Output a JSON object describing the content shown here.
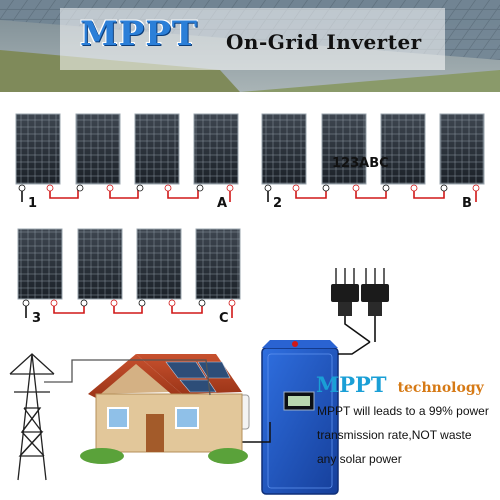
{
  "header": {
    "title_mppt": "MPPT",
    "title_main": "On-Grid Inverter"
  },
  "strings": [
    {
      "start_label": "1",
      "end_label": "A"
    },
    {
      "start_label": "2",
      "end_label": "B"
    },
    {
      "start_label": "3",
      "end_label": "C"
    }
  ],
  "connector_labels": "123ABC",
  "feature": {
    "title_mppt": "MPPT",
    "title_tech": "technology",
    "lines": [
      "MPPT will leads to a 99% power",
      "transmission rate,NOT waste",
      "any solar power"
    ]
  },
  "colors": {
    "title_blue": "#2b7fd8",
    "feature_blue": "#1a9fd6",
    "feature_orange": "#d67a16",
    "inverter_blue": "#1f57c4",
    "wire_red": "#d01818",
    "wire_black": "#111111"
  }
}
